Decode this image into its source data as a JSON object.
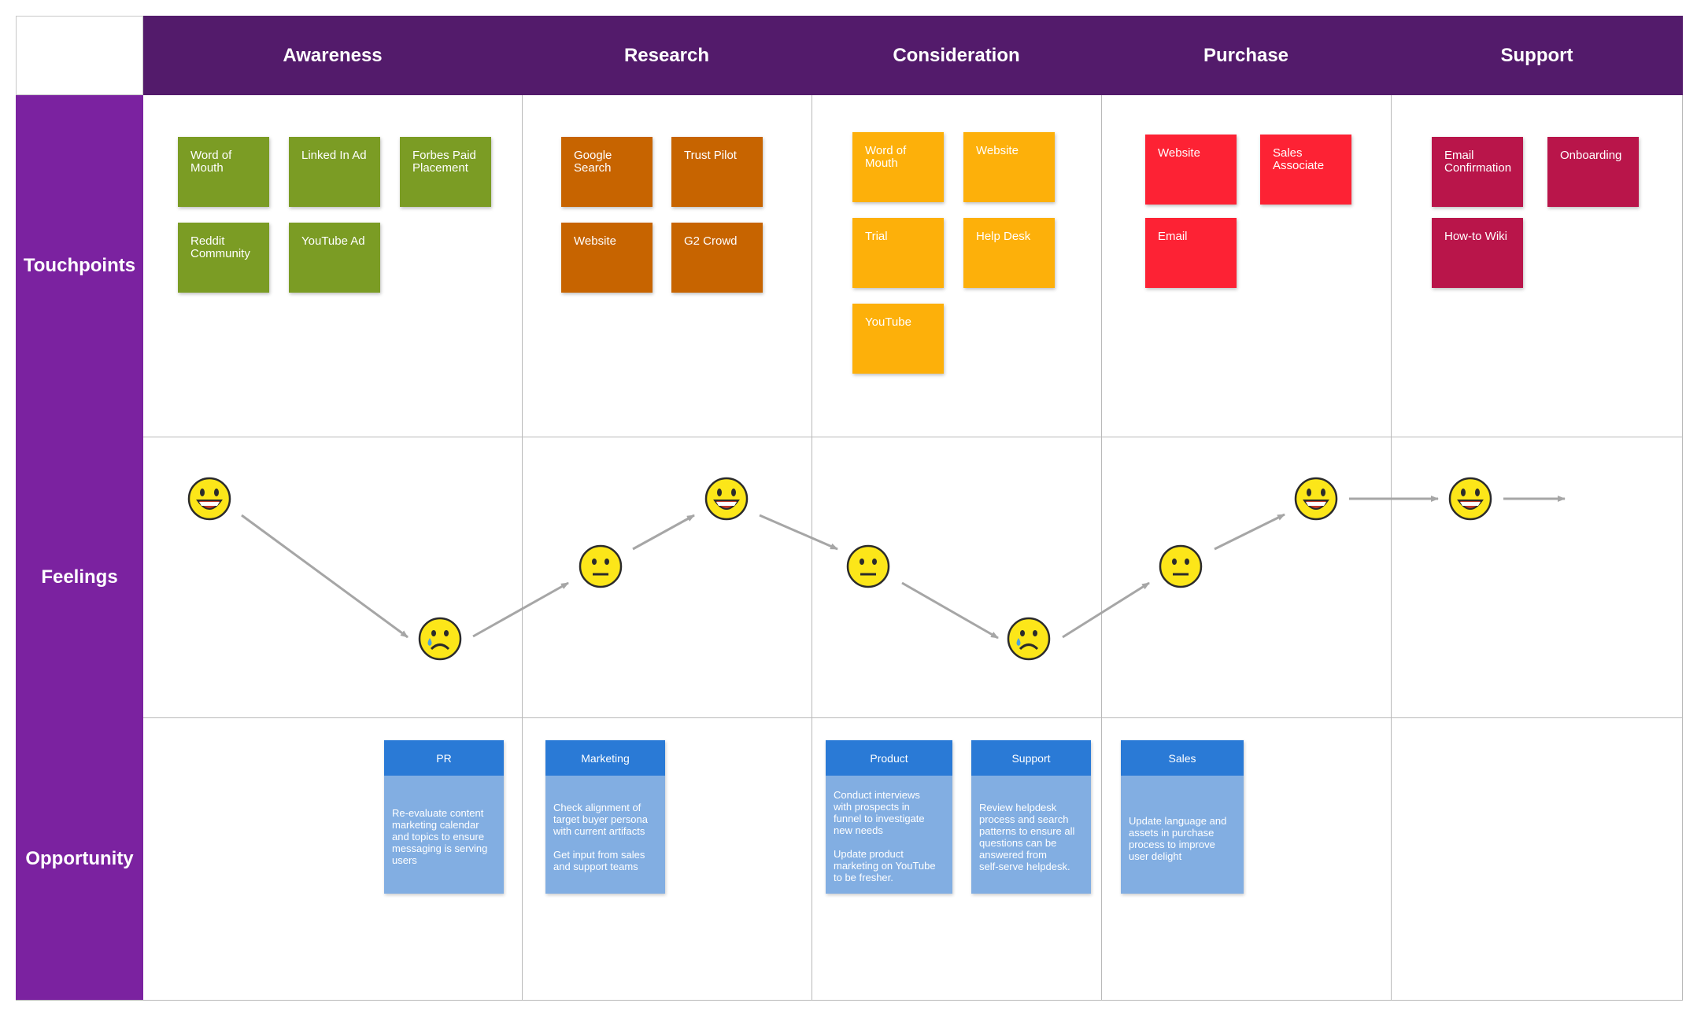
{
  "headers": [
    "Awareness",
    "Research",
    "Consideration",
    "Purchase",
    "Support"
  ],
  "rows": [
    "Touchpoints",
    "Feelings",
    "Opportunity"
  ],
  "colors": {
    "header_bg": "#531b6b",
    "row_header_bg": "#7b22a0",
    "awareness": "#7b9c24",
    "research": "#c76400",
    "consideration": "#fdb00a",
    "purchase": "#fd2234",
    "support": "#b9154a",
    "opportunity_head": "#2a7ad6",
    "opportunity_body": "#82aee2",
    "arrow": "#a6a6a6"
  },
  "touchpoints": {
    "awareness": [
      "Word of\nMouth",
      "Linked In Ad",
      "Forbes Paid\nPlacement",
      "Reddit\nCommunity",
      "YouTube Ad"
    ],
    "research": [
      "Google\nSearch",
      "Trust Pilot",
      "Website",
      "G2 Crowd"
    ],
    "consideration": [
      "Word of\nMouth",
      "Website",
      "Trial",
      "Help Desk",
      "YouTube"
    ],
    "purchase": [
      "Website",
      "Sales\nAssociate",
      "Email"
    ],
    "support": [
      "Email\nConfirmation",
      "Onboarding",
      "How-to Wiki"
    ]
  },
  "feelings": [
    "happy",
    "sad",
    "neutral",
    "happy",
    "neutral",
    "sad",
    "neutral",
    "happy",
    "happy"
  ],
  "opportunities": [
    {
      "team": "PR",
      "text": "Re-evaluate content\nmarketing calendar\nand topics to ensure\nmessaging is serving\nusers"
    },
    {
      "team": "Marketing",
      "text": "Check alignment of\ntarget buyer persona\nwith current artifacts\n\nGet input from sales\nand support teams"
    },
    {
      "team": "Product",
      "text": "Conduct interviews\nwith prospects in\nfunnel to investigate\nnew needs\n\nUpdate product\nmarketing on YouTube\nto be fresher."
    },
    {
      "team": "Support",
      "text": "Review helpdesk\nprocess and search\npatterns to ensure all\nquestions can be\nanswered from\nself-serve helpdesk."
    },
    {
      "team": "Sales",
      "text": "Update language and\nassets in purchase\nprocess to improve\nuser delight"
    }
  ]
}
